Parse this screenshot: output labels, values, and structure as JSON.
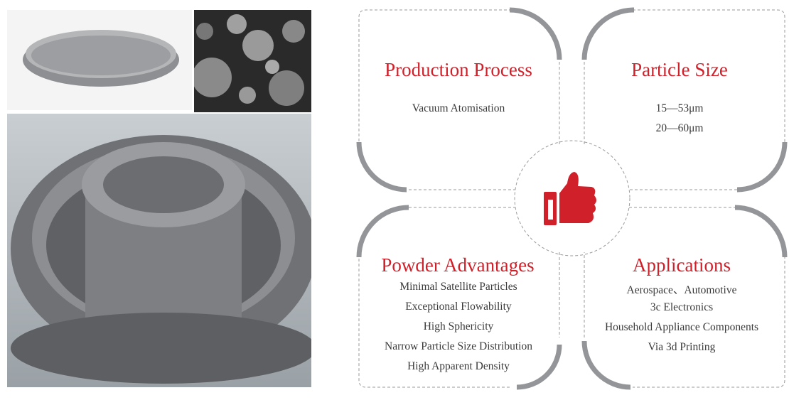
{
  "accent_color": "#d0202a",
  "arc_color": "#939598",
  "icon": "thumbs-up-icon",
  "cards": [
    {
      "title": "Production Process",
      "items": [
        "Vacuum Atomisation"
      ]
    },
    {
      "title": "Particle Size",
      "items": [
        "15—53μm",
        "20—60μm"
      ]
    },
    {
      "title": "Powder Advantages",
      "items": [
        "Minimal Satellite Particles",
        "Exceptional Flowability",
        "High Sphericity",
        "Narrow Particle Size Distribution",
        "High Apparent Density"
      ]
    },
    {
      "title": "Applications",
      "items": [
        "Aerospace、Automotive",
        "3c Electronics",
        "Household Appliance Components",
        "Via 3d Printing"
      ]
    }
  ]
}
